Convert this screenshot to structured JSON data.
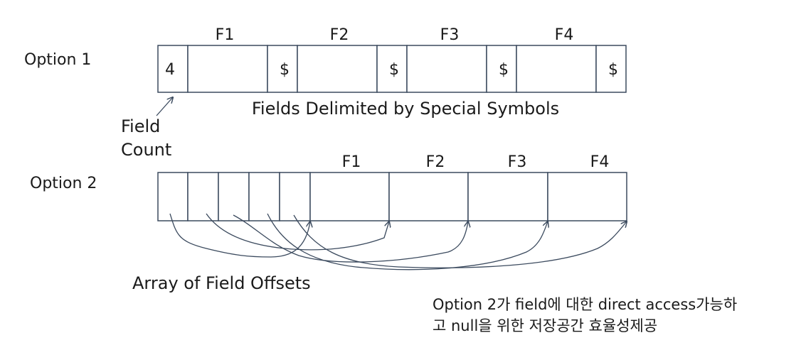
{
  "option1": {
    "label": "Option 1",
    "count_value": "4",
    "delimiter": "$",
    "field_labels": [
      "F1",
      "F2",
      "F3",
      "F4"
    ],
    "caption": "Fields Delimited by Special Symbols",
    "count_label_line1": "Field",
    "count_label_line2": "Count"
  },
  "option2": {
    "label": "Option 2",
    "field_labels": [
      "F1",
      "F2",
      "F3",
      "F4"
    ],
    "caption": "Array of Field Offsets"
  },
  "note": {
    "line1": "Option 2가 field에 대한 direct access가능하",
    "line2": "고 null을 위한 저장공간 효율성제공"
  },
  "colors": {
    "stroke": "#3b4a5e",
    "text": "#1a1a1a",
    "background": "#ffffff"
  }
}
